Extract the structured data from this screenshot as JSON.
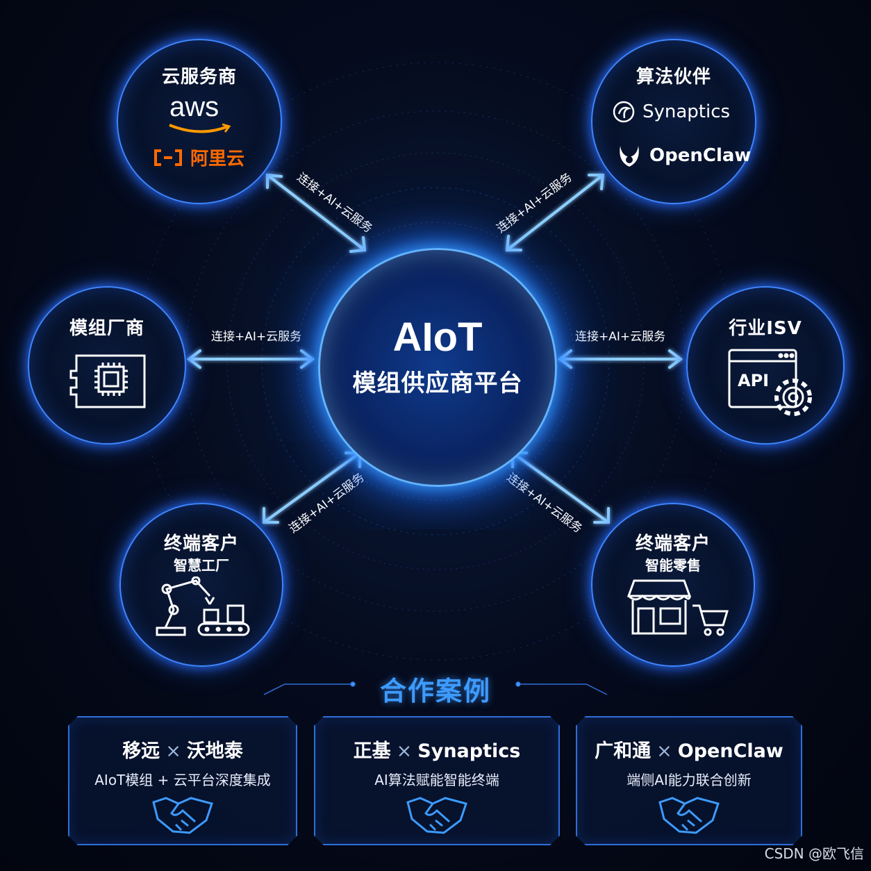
{
  "center": {
    "title": "AIoT",
    "subtitle": "模组供应商平台"
  },
  "link_label": "连接+AI+云服务",
  "nodes": {
    "cloud": {
      "title": "云服务商",
      "brands": [
        "aws",
        "阿里云"
      ]
    },
    "algo": {
      "title": "算法伙伴",
      "brands": [
        "Synaptics",
        "OpenClaw"
      ]
    },
    "module": {
      "title": "模组厂商"
    },
    "isv": {
      "title": "行业ISV",
      "icon_text": "API"
    },
    "factory": {
      "title": "终端客户",
      "subtitle": "智慧工厂"
    },
    "retail": {
      "title": "终端客户",
      "subtitle": "智能零售"
    }
  },
  "cases": {
    "title": "合作案例",
    "items": [
      {
        "left": "移远",
        "right": "沃地泰",
        "desc": "AIoT模组 + 云平台深度集成"
      },
      {
        "left": "正基",
        "right": "Synaptics",
        "desc": "AI算法赋能智能终端"
      },
      {
        "left": "广和通",
        "right": "OpenClaw",
        "desc": "端侧AI能力联合创新"
      }
    ],
    "separator": "×"
  },
  "watermark": "CSDN @欧飞信",
  "colors": {
    "accent": "#3f86ff",
    "glow": "#63b3ff",
    "aliyun_orange": "#ff6a00",
    "aws_orange": "#ff9900",
    "background": "#050b1d"
  },
  "icons": [
    "handshake-icon",
    "chip-module-icon",
    "api-gear-icon",
    "robot-arm-icon",
    "store-cart-icon",
    "synaptics-logo",
    "openclaw-logo"
  ]
}
